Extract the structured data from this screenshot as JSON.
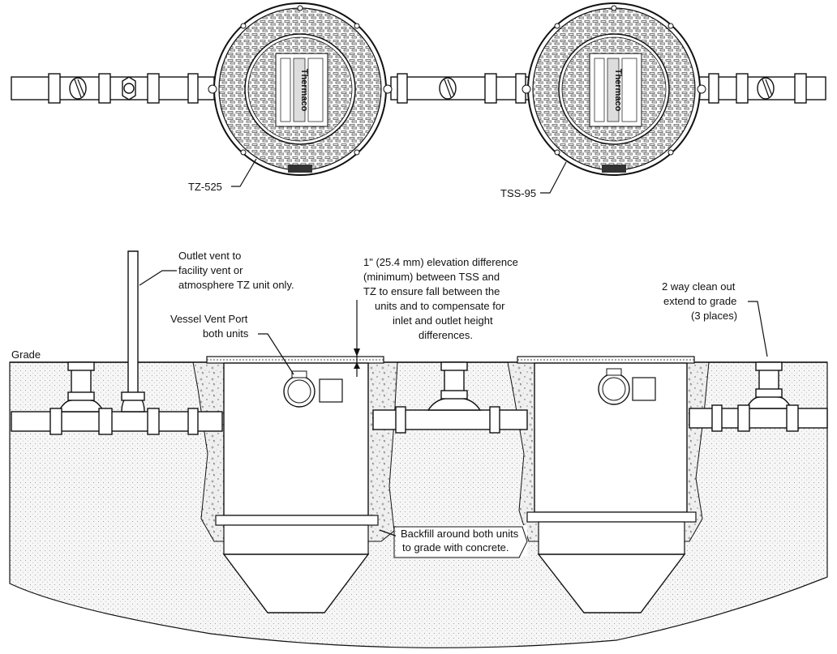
{
  "diagram": {
    "plan_view": {
      "left_unit_label": "TZ-525",
      "right_unit_label": "TSS-95",
      "lid_brand_text": "Thermaco"
    },
    "section_view": {
      "grade_label": "Grade",
      "outlet_vent_note": [
        "Outlet vent to",
        "facility vent or",
        "atmosphere TZ unit only."
      ],
      "vessel_vent_note": [
        "Vessel Vent Port",
        "both units"
      ],
      "elevation_note": [
        "1\" (25.4 mm) elevation difference",
        "(minimum) between TSS and",
        "TZ to ensure fall between the",
        "units and to compensate for",
        "inlet and outlet height",
        "differences."
      ],
      "cleanout_note": [
        "2 way clean out",
        "extend to grade",
        "(3 places)"
      ],
      "backfill_note": [
        "Backfill around both units",
        "to grade with concrete."
      ]
    },
    "colors": {
      "line": "#111111",
      "soil": "#f4f4f4",
      "concrete": "#eeeeee",
      "background": "#ffffff"
    }
  }
}
